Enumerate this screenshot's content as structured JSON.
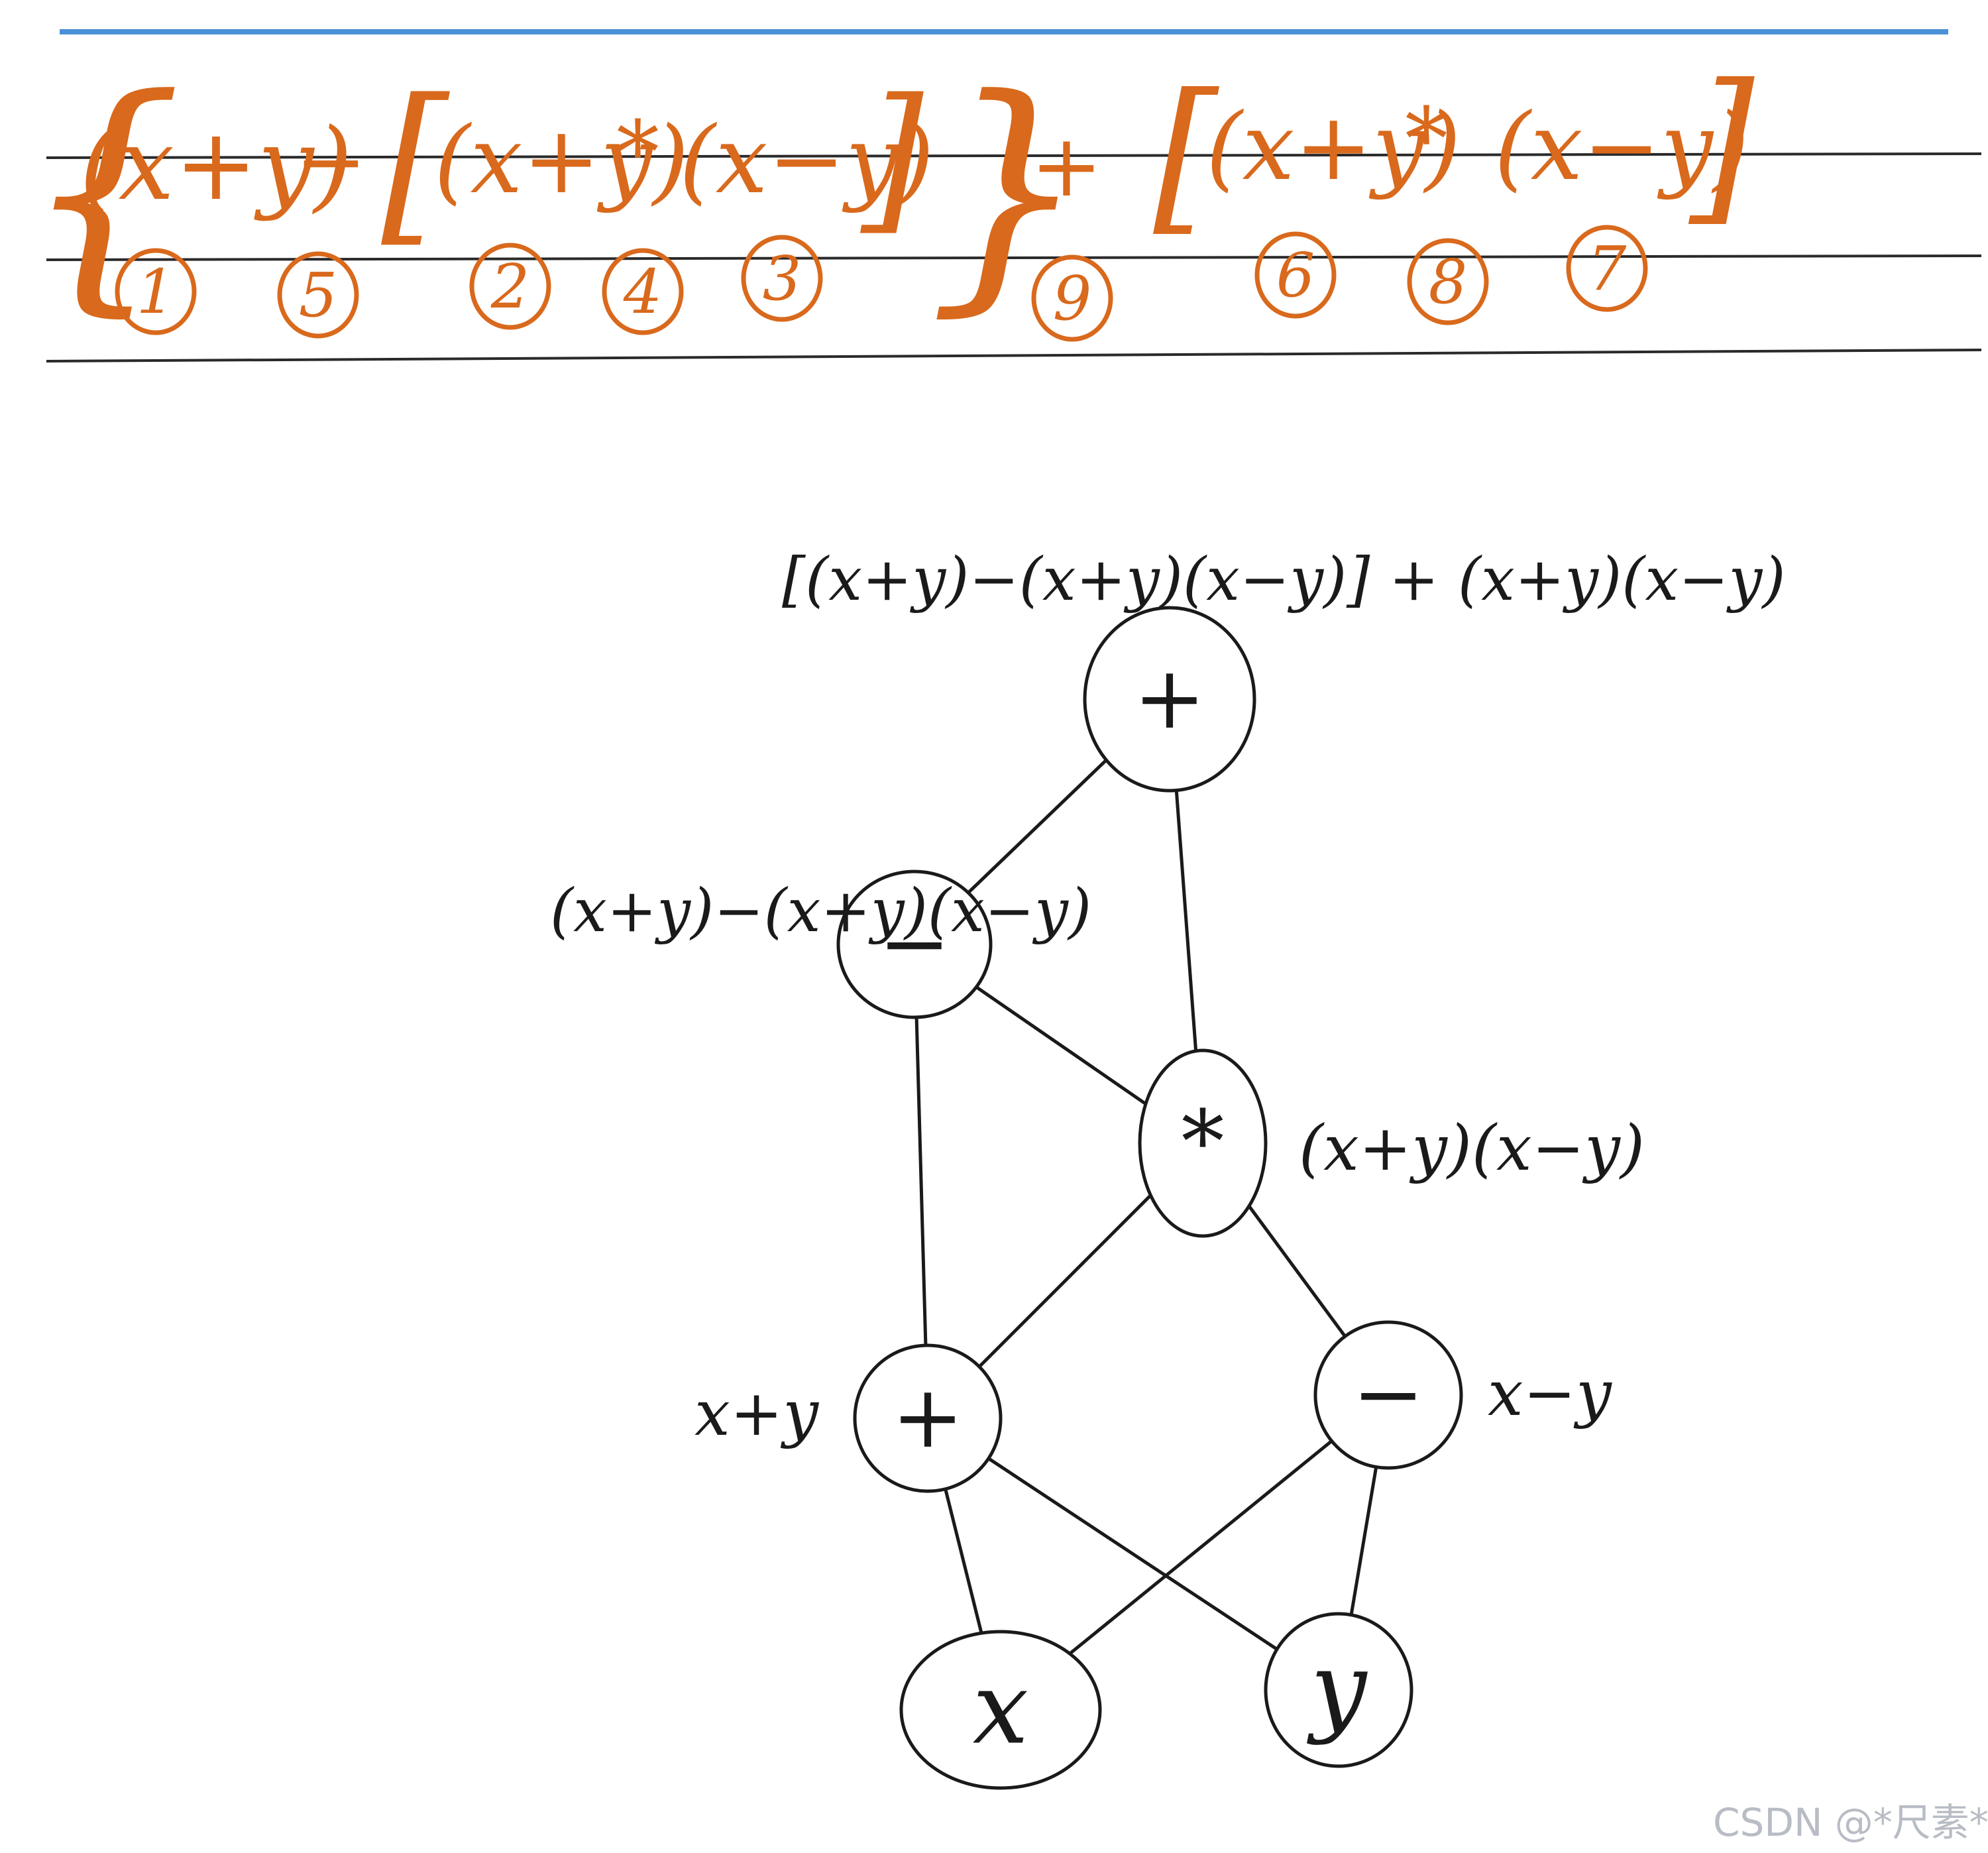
{
  "colors": {
    "orange_ink": "#d9691c",
    "black_ink": "#1a1a1a",
    "top_rule_blue": "#4a90d9",
    "watermark": "#b8bcc4"
  },
  "expression": {
    "open_brace": "{",
    "part1": "(x+y)",
    "minus": "−",
    "open_bracket1": "[",
    "part2": "(x+y)",
    "times1": "*",
    "part3": "(x−y)",
    "close_bracket1": "]",
    "close_brace": "}",
    "plus": "+",
    "open_bracket2": "[",
    "part4": "(x+y)",
    "times2": "*",
    "part5": "(x−y)",
    "close_bracket2": "]"
  },
  "order_marks": [
    "1",
    "5",
    "2",
    "4",
    "3",
    "9",
    "6",
    "8",
    "7"
  ],
  "graph": {
    "nodes": [
      {
        "id": "n-plus-top",
        "symbol": "+",
        "annotation": "[(x+y)−(x+y)(x−y)] + (x+y)(x−y)"
      },
      {
        "id": "n-minus-left",
        "symbol": "−",
        "annotation": "(x+y)−(x+y)(x−y)"
      },
      {
        "id": "n-times",
        "symbol": "*",
        "annotation": "(x+y)(x−y)"
      },
      {
        "id": "n-plus-bottom",
        "symbol": "+",
        "annotation": "x+y"
      },
      {
        "id": "n-minus-right",
        "symbol": "−",
        "annotation": "x−y"
      },
      {
        "id": "n-x",
        "symbol": "x",
        "annotation": ""
      },
      {
        "id": "n-y",
        "symbol": "y",
        "annotation": ""
      }
    ],
    "edges": [
      [
        "n-plus-top",
        "n-minus-left"
      ],
      [
        "n-plus-top",
        "n-times"
      ],
      [
        "n-minus-left",
        "n-times"
      ],
      [
        "n-minus-left",
        "n-plus-bottom"
      ],
      [
        "n-times",
        "n-plus-bottom"
      ],
      [
        "n-times",
        "n-minus-right"
      ],
      [
        "n-plus-bottom",
        "n-x"
      ],
      [
        "n-plus-bottom",
        "n-y"
      ],
      [
        "n-minus-right",
        "n-x"
      ],
      [
        "n-minus-right",
        "n-y"
      ]
    ]
  },
  "watermark": "CSDN @*尺素*"
}
